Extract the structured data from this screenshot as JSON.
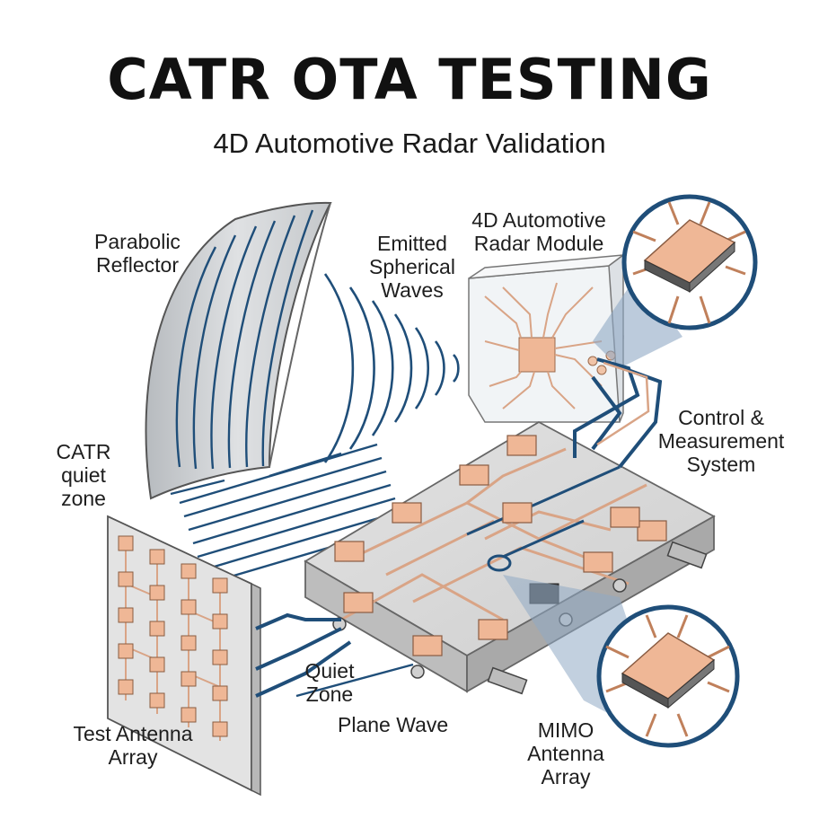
{
  "title": "CATR OTA TESTING",
  "subtitle": "4D Automotive Radar Validation",
  "labels": {
    "parabolic_reflector": [
      "Parabolic",
      "Reflector"
    ],
    "emitted_waves": [
      "Emitted",
      "Spherical",
      "Waves"
    ],
    "radar_module": [
      "4D Automotive",
      "Radar Module"
    ],
    "control_system": [
      "Control &",
      "Measurement",
      "System"
    ],
    "catr_quiet_zone": [
      "CATR",
      "quiet",
      "zone"
    ],
    "quiet_zone": [
      "Quiet",
      "Zone"
    ],
    "plane_wave": "Plane Wave",
    "test_antenna_array": [
      "Test Antenna",
      "Array"
    ],
    "mimo_antenna_array": [
      "MIMO",
      "Antenna",
      "Array"
    ]
  },
  "colors": {
    "wave_blue": "#1f4e79",
    "copper": "#e9b28f",
    "board_gray": "#d6d6d6",
    "reflector_gray": "#c9cccf",
    "callout_blue": "#8fa9c4"
  }
}
